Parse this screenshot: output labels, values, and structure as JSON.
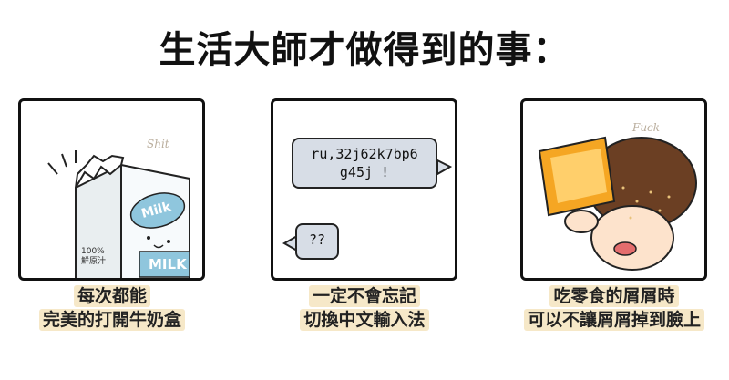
{
  "title": "生活大師才做得到的事：",
  "panels": [
    {
      "sfx": "Shit",
      "carton_brand": "Milk",
      "carton_brand_bottom": "MILK",
      "carton_small_text": "100%\n鮮原汁",
      "caption_lines": [
        "每次都能",
        "完美的打開牛奶盒"
      ]
    },
    {
      "chat_out": [
        "ru,32j62k7bp6",
        "g45j !"
      ],
      "chat_in": "??",
      "caption_lines": [
        "一定不會忘記",
        "切換中文輸入法"
      ]
    },
    {
      "sfx": "Fuck",
      "caption_lines": [
        "吃零食的屑屑時",
        "可以不讓屑屑掉到臉上"
      ]
    }
  ],
  "colors": {
    "bubble": "#d7dde6",
    "caption_highlight": "#f6e8c8",
    "carton_blue": "#8fc6dd",
    "chip_orange": "#f5a623",
    "hair_brown": "#6b3f23"
  }
}
